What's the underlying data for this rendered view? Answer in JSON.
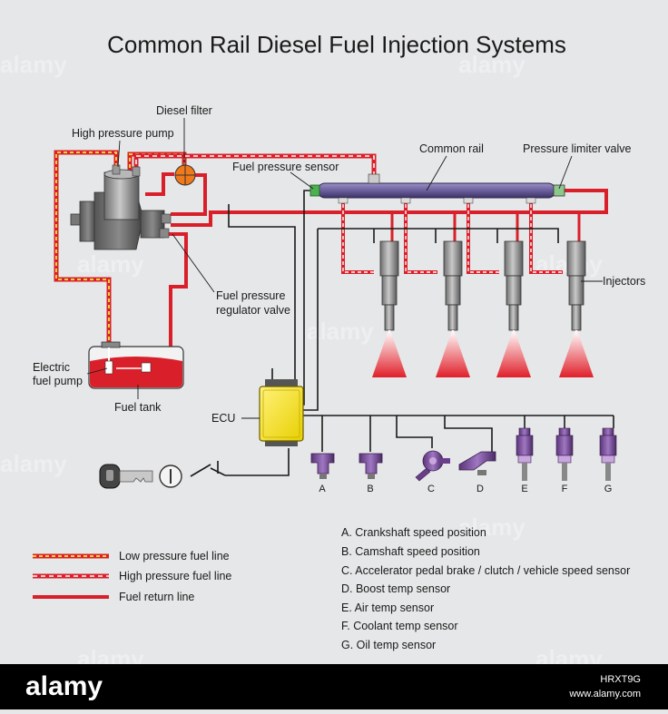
{
  "title": "Common Rail Diesel Fuel Injection Systems",
  "labels": {
    "diesel_filter": "Diesel filter",
    "high_pressure_pump": "High pressure pump",
    "common_rail": "Common rail",
    "pressure_limiter_valve": "Pressure limiter valve",
    "fuel_pressure_sensor": "Fuel pressure sensor",
    "fuel_pressure_regulator_line1": "Fuel pressure",
    "fuel_pressure_regulator_line2": "regulator valve",
    "injectors": "Injectors",
    "electric_fuel_pump_line1": "Electric",
    "electric_fuel_pump_line2": "fuel pump",
    "fuel_tank": "Fuel tank",
    "ecu": "ECU"
  },
  "sensors": [
    {
      "letter": "A"
    },
    {
      "letter": "B"
    },
    {
      "letter": "C"
    },
    {
      "letter": "D"
    },
    {
      "letter": "E"
    },
    {
      "letter": "F"
    },
    {
      "letter": "G"
    }
  ],
  "legend": {
    "low_pressure": "Low pressure fuel line",
    "high_pressure": "High pressure fuel line",
    "fuel_return": "Fuel return line"
  },
  "key": [
    "A.  Crankshaft speed position",
    "B.  Camshaft speed position",
    "C.  Accelerator pedal brake / clutch / vehicle speed sensor",
    "D.  Boost temp sensor",
    "E.  Air temp sensor",
    "F.  Coolant temp sensor",
    "G. Oil temp sensor"
  ],
  "watermark": "alamy",
  "footer": {
    "logo": "alamy",
    "image_id": "HRXT9G",
    "site": "www.alamy.com"
  },
  "colors": {
    "fuel_red": "#d9202a",
    "low_pressure_dash": "#f2d23c",
    "ecu_yellow": "#f4e11c",
    "sensor_purple": "#7b4a9a",
    "rail_purple": "#6c5f9c",
    "background": "#e6e7e8",
    "footer": "#000000"
  }
}
